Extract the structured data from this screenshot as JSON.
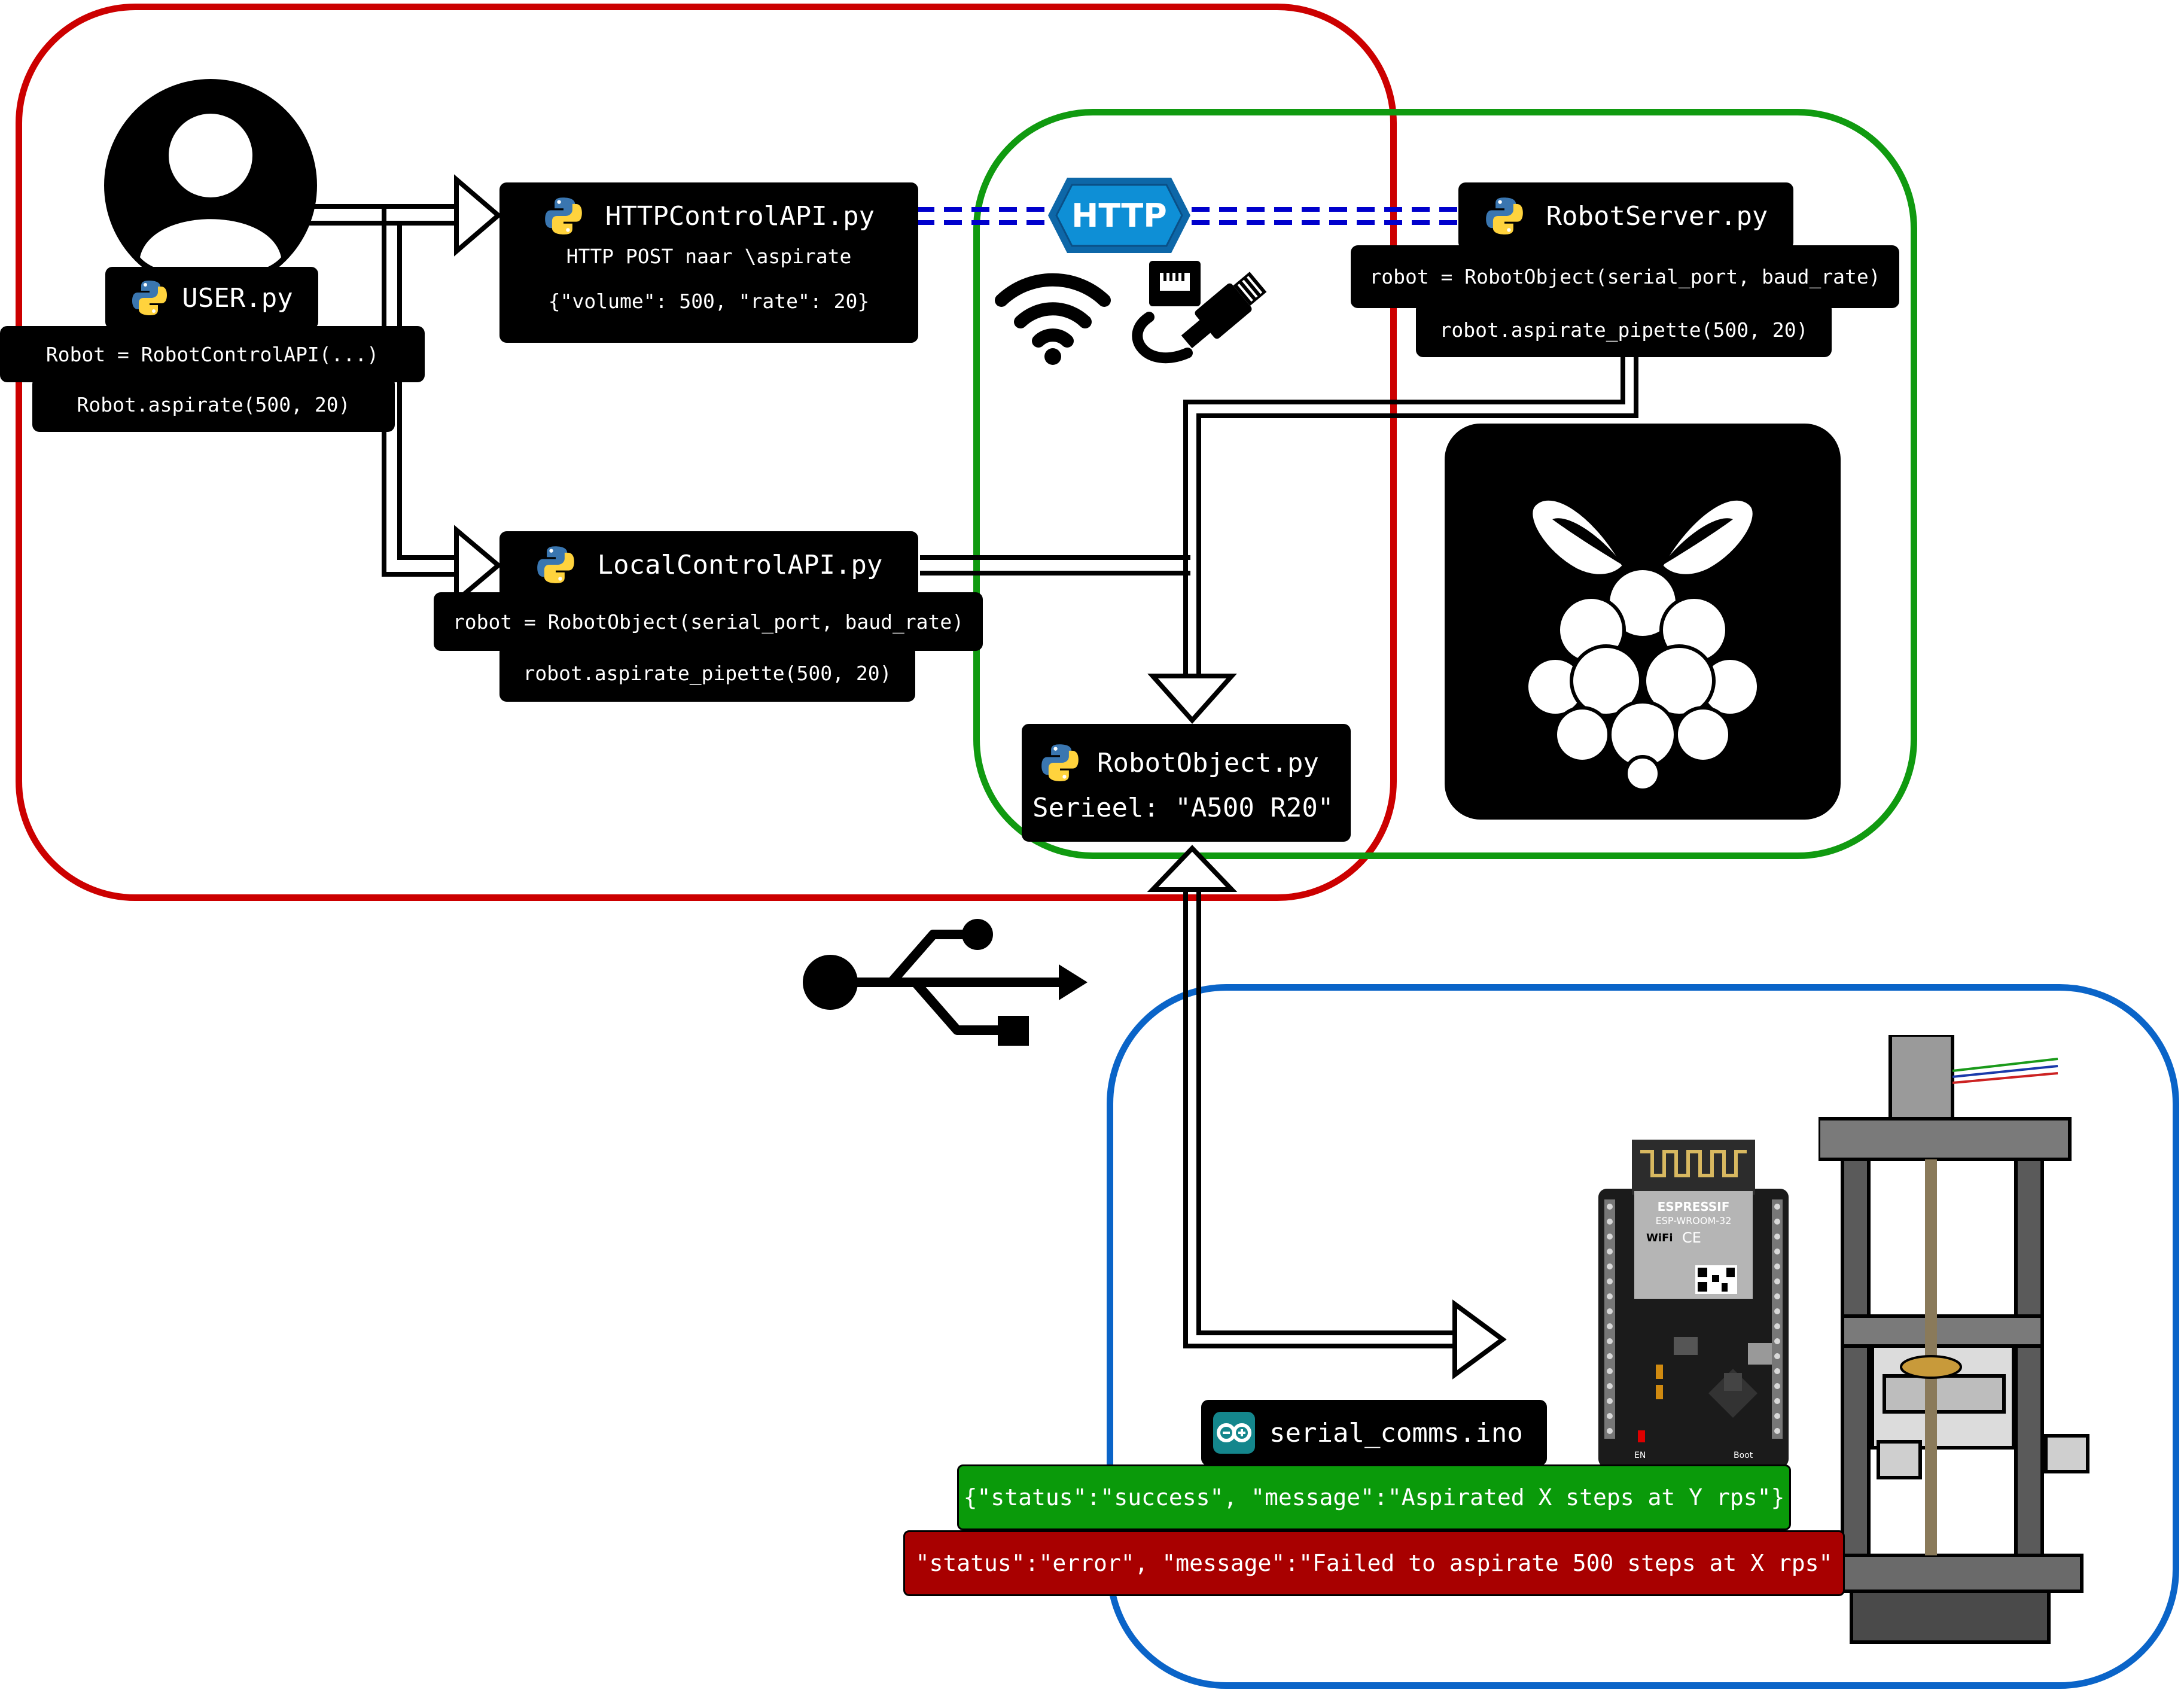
{
  "files": {
    "user": {
      "name": "USER.py",
      "lines": [
        "Robot = RobotControlAPI(...)",
        "Robot.aspirate(500, 20)"
      ]
    },
    "http_api": {
      "name": "HTTPControlAPI.py",
      "lines": [
        "HTTP POST naar \\aspirate",
        "{\"volume\": 500, \"rate\": 20}"
      ]
    },
    "local_api": {
      "name": "LocalControlAPI.py",
      "lines": [
        "robot = RobotObject(serial_port, baud_rate)",
        "robot.aspirate_pipette(500, 20)"
      ]
    },
    "robot_server": {
      "name": "RobotServer.py",
      "lines": [
        "robot = RobotObject(serial_port, baud_rate)",
        "robot.aspirate_pipette(500, 20)"
      ]
    },
    "robot_object": {
      "name": "RobotObject.py",
      "lines": [
        "Serieel: \"A500 R20\""
      ]
    },
    "serial_comms": {
      "name": "serial_comms.ino"
    }
  },
  "http_badge": "HTTP",
  "responses": {
    "success": "{\"status\":\"success\", \"message\":\"Aspirated X steps at Y rps\"}",
    "error": "\"status\":\"error\", \"message\":\"Failed to aspirate 500 steps at X rps\""
  },
  "esp32": {
    "brand": "ESPRESSIF",
    "model": "ESP-WROOM-32",
    "wifi": "WiFi",
    "ce": "CE",
    "en": "EN",
    "boot": "Boot"
  },
  "colors": {
    "user_region": "#cc0000",
    "pi_region": "#109a10",
    "device_region": "#0a64c8",
    "http_line": "#0000cc",
    "http_badge": "#0d67a8",
    "success": "#0a9a0a",
    "error": "#a80000"
  },
  "icons": [
    "user-avatar-icon",
    "python-icon",
    "wifi-icon",
    "ethernet-icon",
    "raspberry-pi-icon",
    "usb-icon",
    "arduino-icon",
    "esp32-board",
    "pipette-actuator"
  ]
}
